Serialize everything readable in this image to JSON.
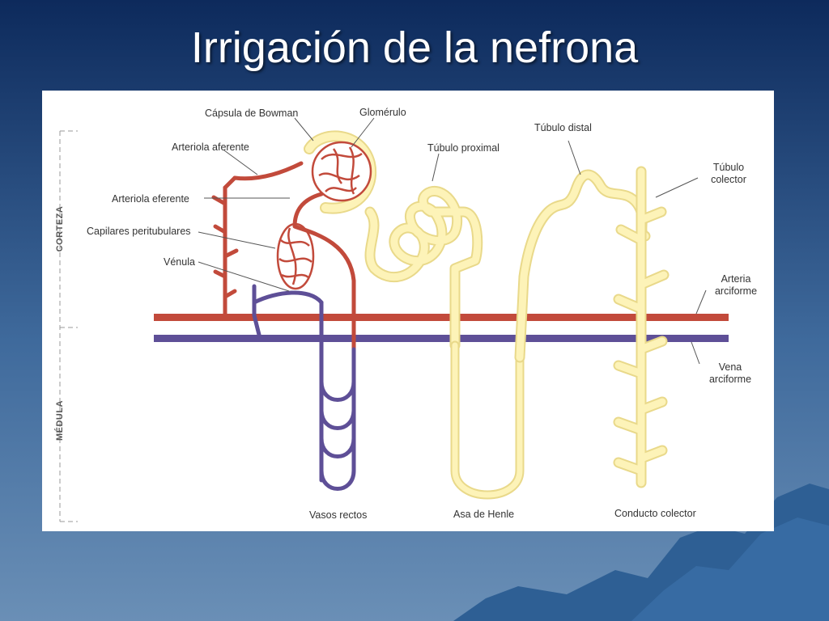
{
  "slide": {
    "title": "Irrigación de la nefrona",
    "colors": {
      "bg_top": "#0d2a5c",
      "bg_bottom": "#6a8fb6",
      "mountain": "#2e5f94"
    }
  },
  "diagram": {
    "colors": {
      "artery": "#c24a3b",
      "vein": "#5e4f97",
      "tubule_fill": "#fdf3b8",
      "tubule_edge": "#e9d98a"
    },
    "zones": {
      "cortex": "CORTEZA",
      "medulla": "MÉDULA"
    },
    "labels": {
      "bowman_capsule": "Cápsula de Bowman",
      "glomerulus": "Glomérulo",
      "afferent_arteriole": "Arteriola aferente",
      "efferent_arteriole": "Arteriola eferente",
      "peritubular_capillaries": "Capilares peritubulares",
      "venule": "Vénula",
      "proximal_tubule": "Túbulo proximal",
      "distal_tubule": "Túbulo distal",
      "collecting_tubule_1": "Túbulo",
      "collecting_tubule_2": "colector",
      "arcuate_artery_1": "Arteria",
      "arcuate_artery_2": "arciforme",
      "arcuate_vein_1": "Vena",
      "arcuate_vein_2": "arciforme",
      "vasa_recta": "Vasos rectos",
      "loop_of_henle": "Asa de Henle",
      "collecting_duct": "Conducto colector"
    }
  }
}
